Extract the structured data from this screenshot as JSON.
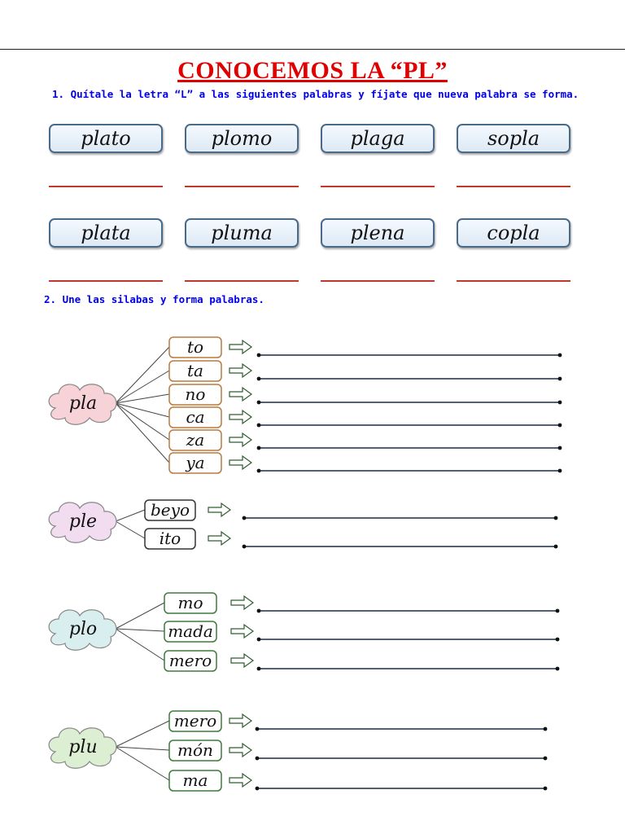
{
  "title": "CONOCEMOS LA “PL”",
  "exercise1": {
    "instruction": "1. Quítale la letra “L” a las siguientes palabras y fíjate que nueva palabra se forma.",
    "words": [
      "plato",
      "plomo",
      "plaga",
      "sopla",
      "plata",
      "pluma",
      "plena",
      "copla"
    ]
  },
  "exercise2": {
    "instruction": "2. Une las silabas y forma palabras.",
    "groups": [
      {
        "root": "pla",
        "syllables": [
          "to",
          "ta",
          "no",
          "ca",
          "za",
          "ya"
        ]
      },
      {
        "root": "ple",
        "syllables": [
          "beyo",
          "ito"
        ]
      },
      {
        "root": "plo",
        "syllables": [
          "mo",
          "mada",
          "mero"
        ]
      },
      {
        "root": "plu",
        "syllables": [
          "mero",
          "món",
          "ma"
        ]
      }
    ]
  },
  "colors": {
    "title": "#e00000",
    "instruction": "#0000ee",
    "answer_line": "#c0392b",
    "word_box_border": "#4a6a8a",
    "pla_cloud": "#f7d3d8",
    "ple_cloud": "#f1dcf0",
    "plo_cloud": "#d9efef",
    "plu_cloud": "#dcefd3",
    "pla_syllable_border": "#b97a3e",
    "ple_syllable_border": "#333333",
    "plo_syllable_border": "#3d7a3d",
    "plu_syllable_border": "#3d7a3d"
  },
  "icons": {
    "arrow": "outline-arrow-right-icon"
  }
}
